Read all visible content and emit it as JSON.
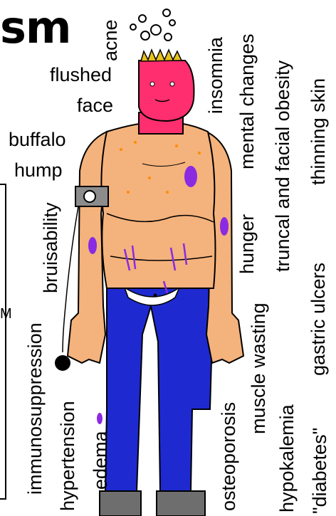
{
  "title_fragment": "sm",
  "left_box_fragment": "M",
  "labels": {
    "acne": "acne",
    "flushed_face": [
      "flushed",
      "face"
    ],
    "buffalo_hump": [
      "buffalo",
      "hump"
    ],
    "insomnia": "insomnia",
    "mental_changes": "mental changes",
    "truncal_obesity": "truncal and facial obesity",
    "thinning_skin": "thinning skin",
    "bruisability": "bruisability",
    "hunger": "hunger",
    "gastric_ulcers": "gastric ulcers",
    "immunosuppression": "immunosuppression",
    "hypertension": "hypertension",
    "edema": "edema",
    "osteoporosis": "osteoporosis",
    "muscle_wasting": "muscle wasting",
    "hypokalemia": "hypokalemia",
    "diabetes": "\"diabetes\""
  },
  "colors": {
    "skin": "#f4b27c",
    "face": "#ff2e6e",
    "hair": "#e6c21a",
    "bruise": "#8a2be2",
    "pants": "#1e2ad0",
    "shoe": "#6e6e6e",
    "cuff": "#8c8c8c"
  }
}
